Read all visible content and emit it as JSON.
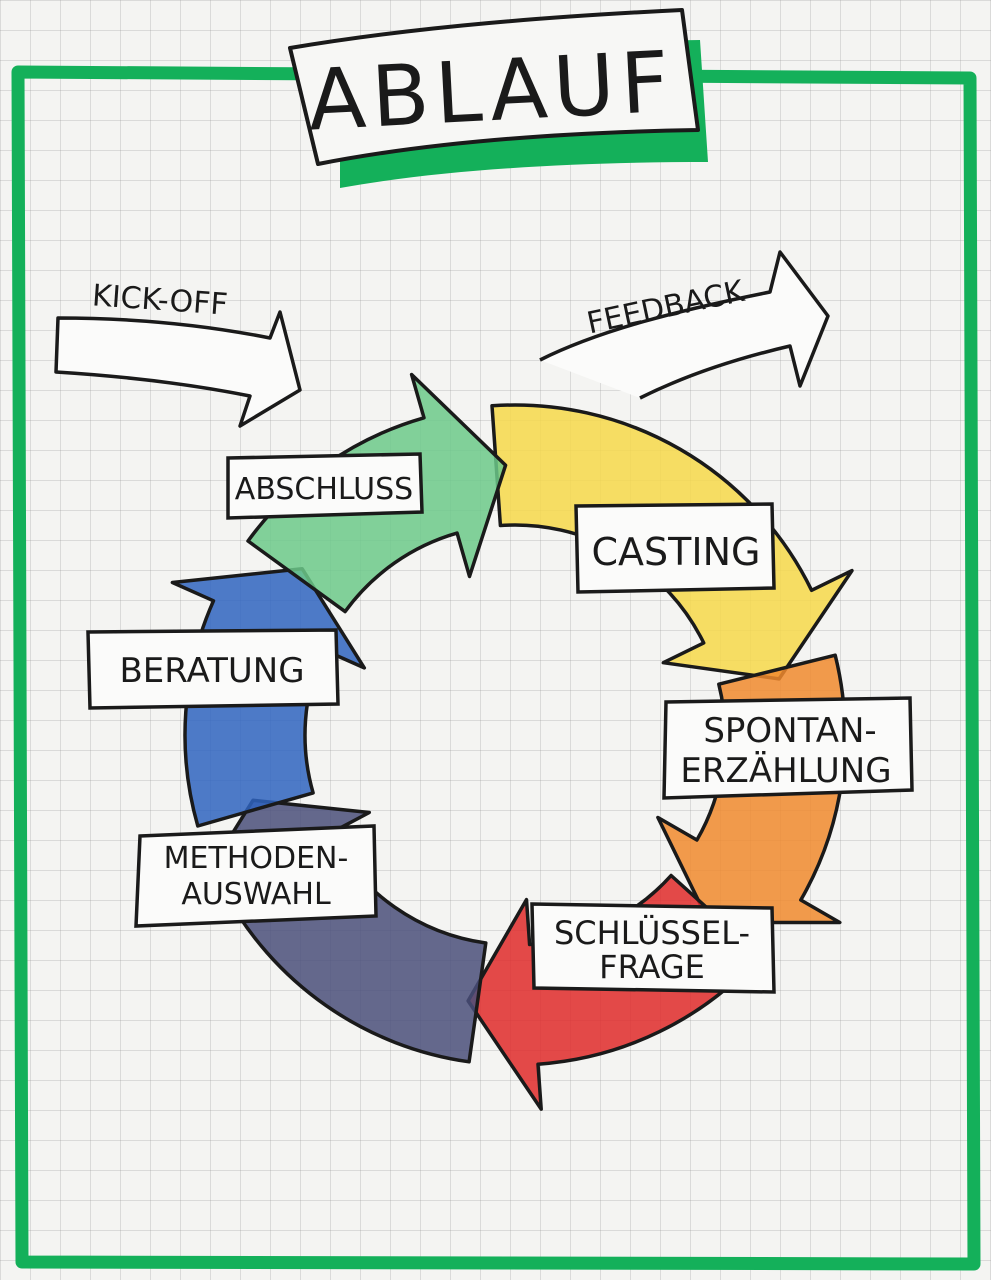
{
  "title": "ABLAUF",
  "entry_label": "KICK-OFF",
  "exit_label": "FEEDBACK",
  "colors": {
    "frame": "#14b05a",
    "casting": "#f6d84a",
    "spontan": "#f08a2e",
    "schluessel": "#df2a2a",
    "methoden": "#4a4f7a",
    "beratung": "#2f64c0",
    "abschluss": "#6cc98a"
  },
  "steps": [
    {
      "lines": [
        "CASTING"
      ]
    },
    {
      "lines": [
        "SPONTAN-",
        "ERZÄHLUNG"
      ]
    },
    {
      "lines": [
        "SCHLÜSSEL-",
        "FRAGE"
      ]
    },
    {
      "lines": [
        "METHODEN-",
        "AUSWAHL"
      ]
    },
    {
      "lines": [
        "BERATUNG"
      ]
    },
    {
      "lines": [
        "ABSCHLUSS"
      ]
    }
  ]
}
